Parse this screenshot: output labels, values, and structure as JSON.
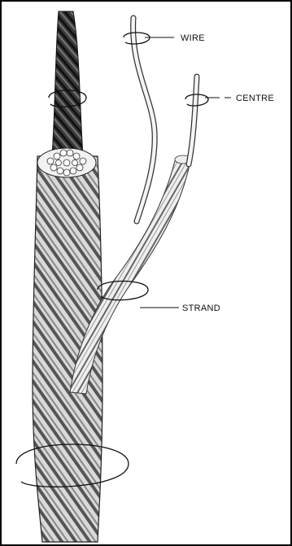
{
  "labels": {
    "wire": "WIRE",
    "centre": "CENTRE",
    "strand": "STRAND"
  }
}
